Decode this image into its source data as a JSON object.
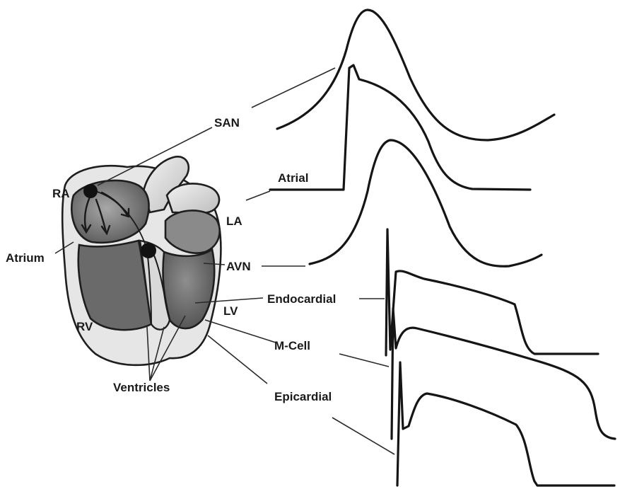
{
  "labels": {
    "san": "SAN",
    "atrial": "Atrial",
    "ra": "RA",
    "la": "LA",
    "atrium": "Atrium",
    "avn": "AVN",
    "endocardial": "Endocardial",
    "lv": "LV",
    "rv": "RV",
    "m_cell": "M-Cell",
    "epicardial": "Epicardial",
    "ventricles": "Ventricles"
  },
  "colors": {
    "ink": "#151515",
    "heart_light": "#e4e4e4",
    "heart_mid": "#9a9a9a",
    "heart_dark": "#5c5c5c",
    "node": "#111111"
  }
}
